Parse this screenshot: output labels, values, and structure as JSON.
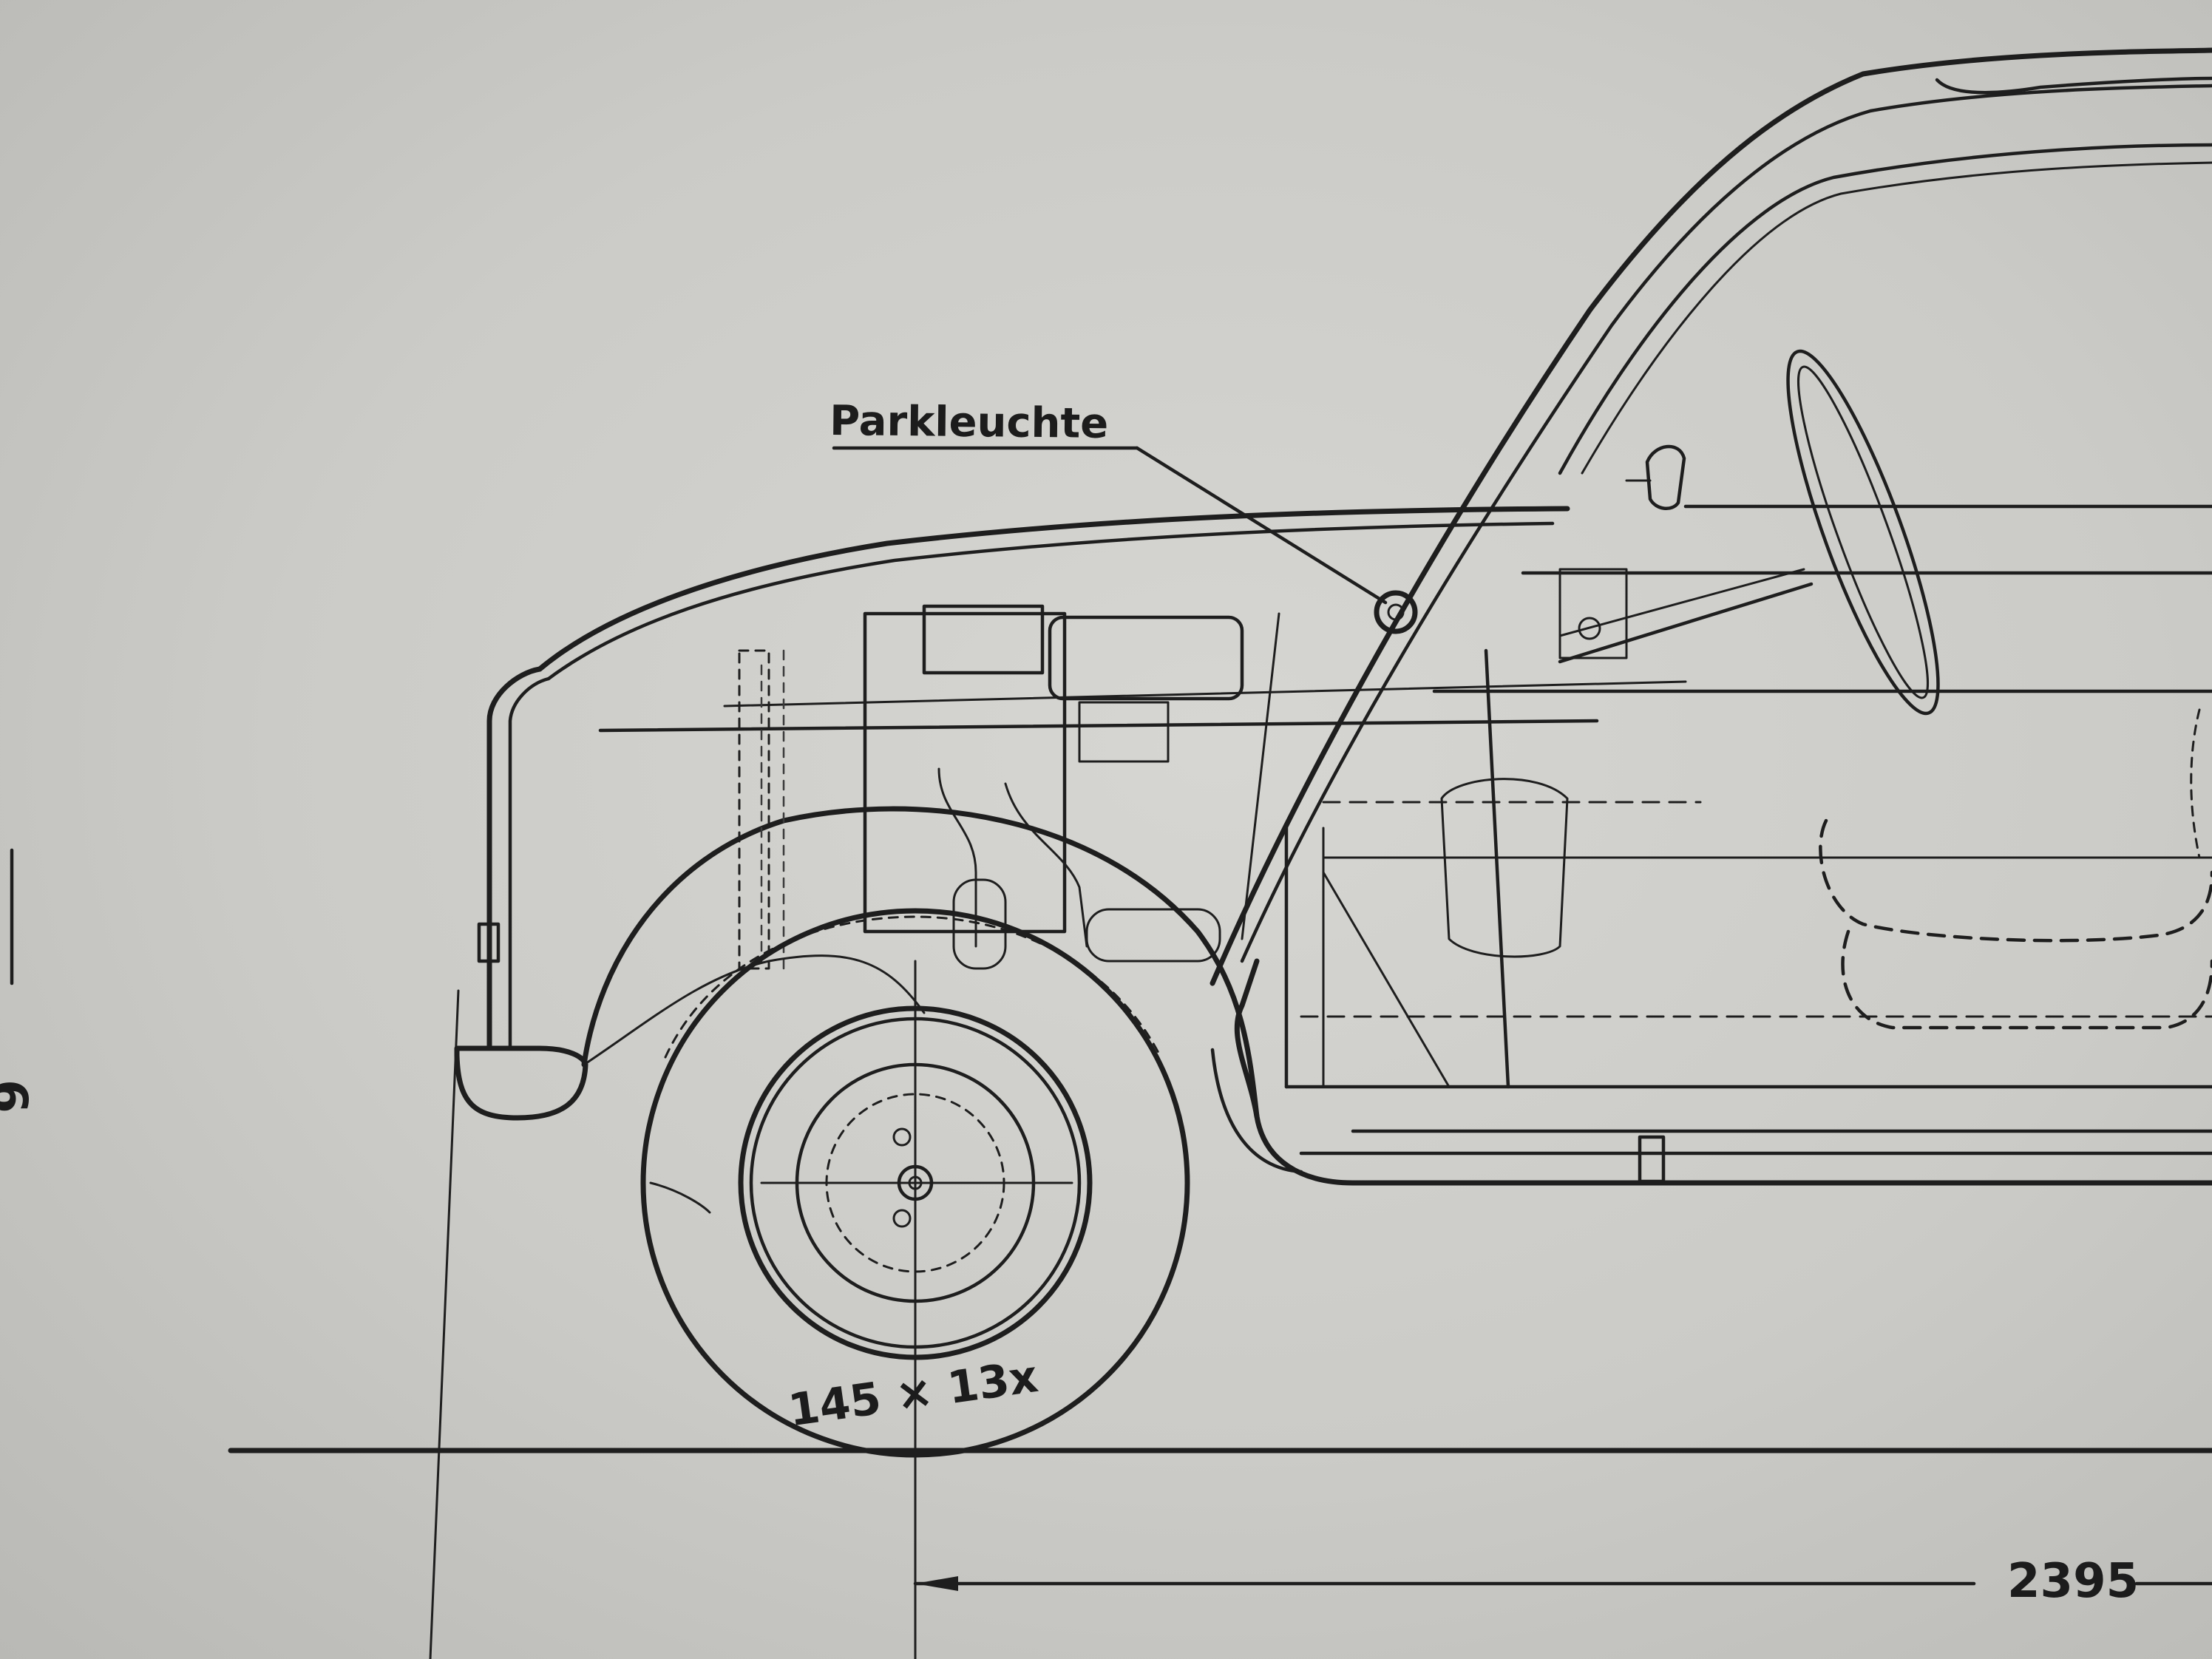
{
  "labels": {
    "park_light": "Parkleuchte",
    "tire_size": "145 × 13x",
    "dimension": "2395",
    "edge_fragment": "6"
  },
  "colors": {
    "paper": "#cfcfcb",
    "ink": "#1e1e1e"
  }
}
